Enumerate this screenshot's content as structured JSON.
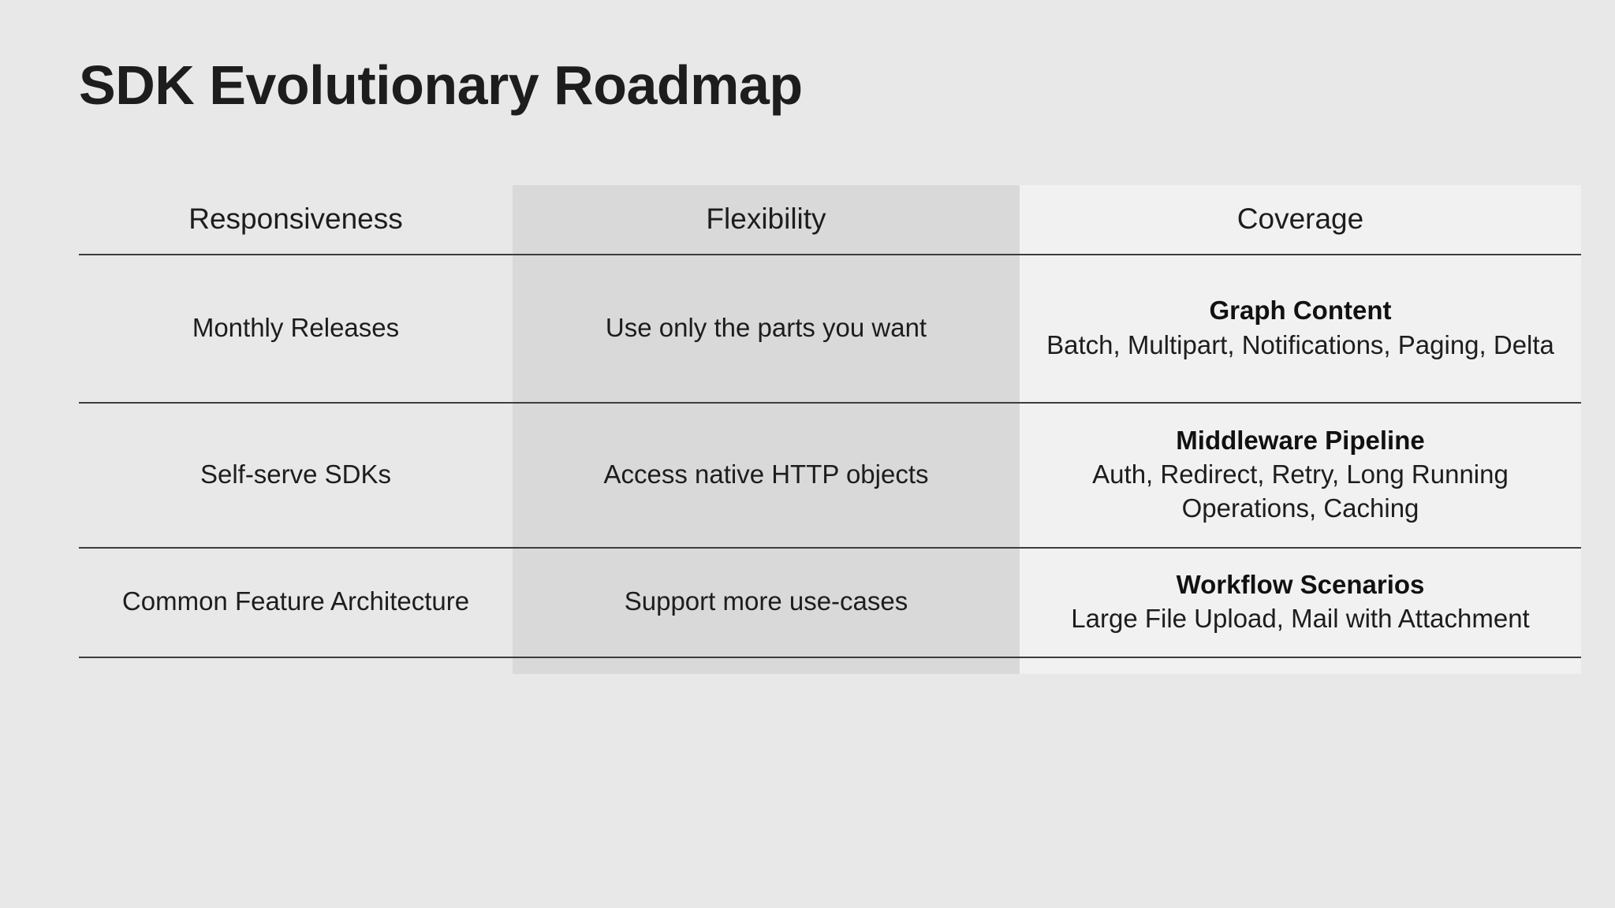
{
  "slide": {
    "title": "SDK Evolutionary Roadmap",
    "background_color": "#e8e8e8"
  },
  "table": {
    "columns": [
      {
        "key": "responsiveness",
        "header": "Responsiveness",
        "band_color": "#e8e8e8"
      },
      {
        "key": "flexibility",
        "header": "Flexibility",
        "band_color": "#d9d9d9"
      },
      {
        "key": "coverage",
        "header": "Coverage",
        "band_color": "#f1f1f1"
      }
    ],
    "rows": [
      {
        "responsiveness": "Monthly Releases",
        "flexibility": "Use only the parts you want",
        "coverage_title": "Graph Content",
        "coverage_detail": "Batch, Multipart, Notifications, Paging, Delta"
      },
      {
        "responsiveness": "Self-serve SDKs",
        "flexibility": "Access native HTTP objects",
        "coverage_title": "Middleware Pipeline",
        "coverage_detail": "Auth, Redirect, Retry, Long Running Operations, Caching"
      },
      {
        "responsiveness": "Common Feature Architecture",
        "flexibility": "Support more use-cases",
        "coverage_title": "Workflow Scenarios",
        "coverage_detail": "Large File Upload, Mail with Attachment"
      }
    ],
    "rule_color": "#3d3d3d"
  }
}
